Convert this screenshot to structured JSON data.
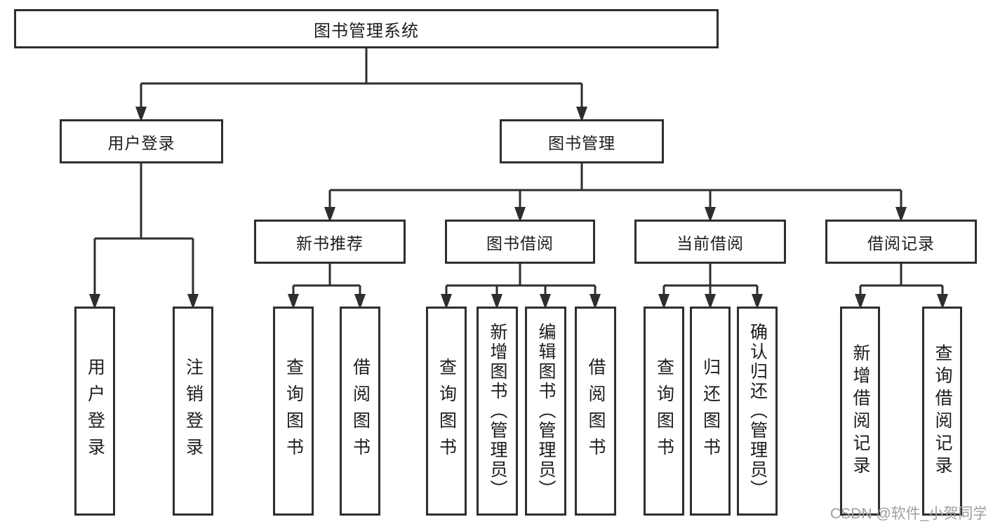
{
  "diagram": {
    "root": {
      "label": "图书管理系统"
    },
    "level2": [
      {
        "label": "用户登录"
      },
      {
        "label": "图书管理"
      }
    ],
    "level3": [
      {
        "label": "新书推荐",
        "parent": "图书管理"
      },
      {
        "label": "图书借阅",
        "parent": "图书管理"
      },
      {
        "label": "当前借阅",
        "parent": "图书管理"
      },
      {
        "label": "借阅记录",
        "parent": "图书管理"
      }
    ],
    "leaves": [
      {
        "label": "用户登录",
        "parent": "用户登录"
      },
      {
        "label": "注销登录",
        "parent": "用户登录"
      },
      {
        "label": "查询图书",
        "parent": "新书推荐"
      },
      {
        "label": "借阅图书",
        "parent": "新书推荐"
      },
      {
        "label": "查询图书",
        "parent": "图书借阅"
      },
      {
        "label": "新增图书（管理员）",
        "parent": "图书借阅"
      },
      {
        "label": "编辑图书（管理员）",
        "parent": "图书借阅"
      },
      {
        "label": "借阅图书",
        "parent": "图书借阅"
      },
      {
        "label": "查询图书",
        "parent": "当前借阅"
      },
      {
        "label": "归还图书",
        "parent": "当前借阅"
      },
      {
        "label": "确认归还（管理员）",
        "parent": "当前借阅"
      },
      {
        "label": "新增借阅记录",
        "parent": "借阅记录"
      },
      {
        "label": "查询借阅记录",
        "parent": "借阅记录"
      }
    ],
    "watermark": "CSDN @软件_小贺同学",
    "colors": {
      "line": "#2e2e2e",
      "box_border": "#2e2e2e",
      "text": "#1d1d1d",
      "watermark": "#9e9e9e",
      "background": "#ffffff"
    }
  }
}
